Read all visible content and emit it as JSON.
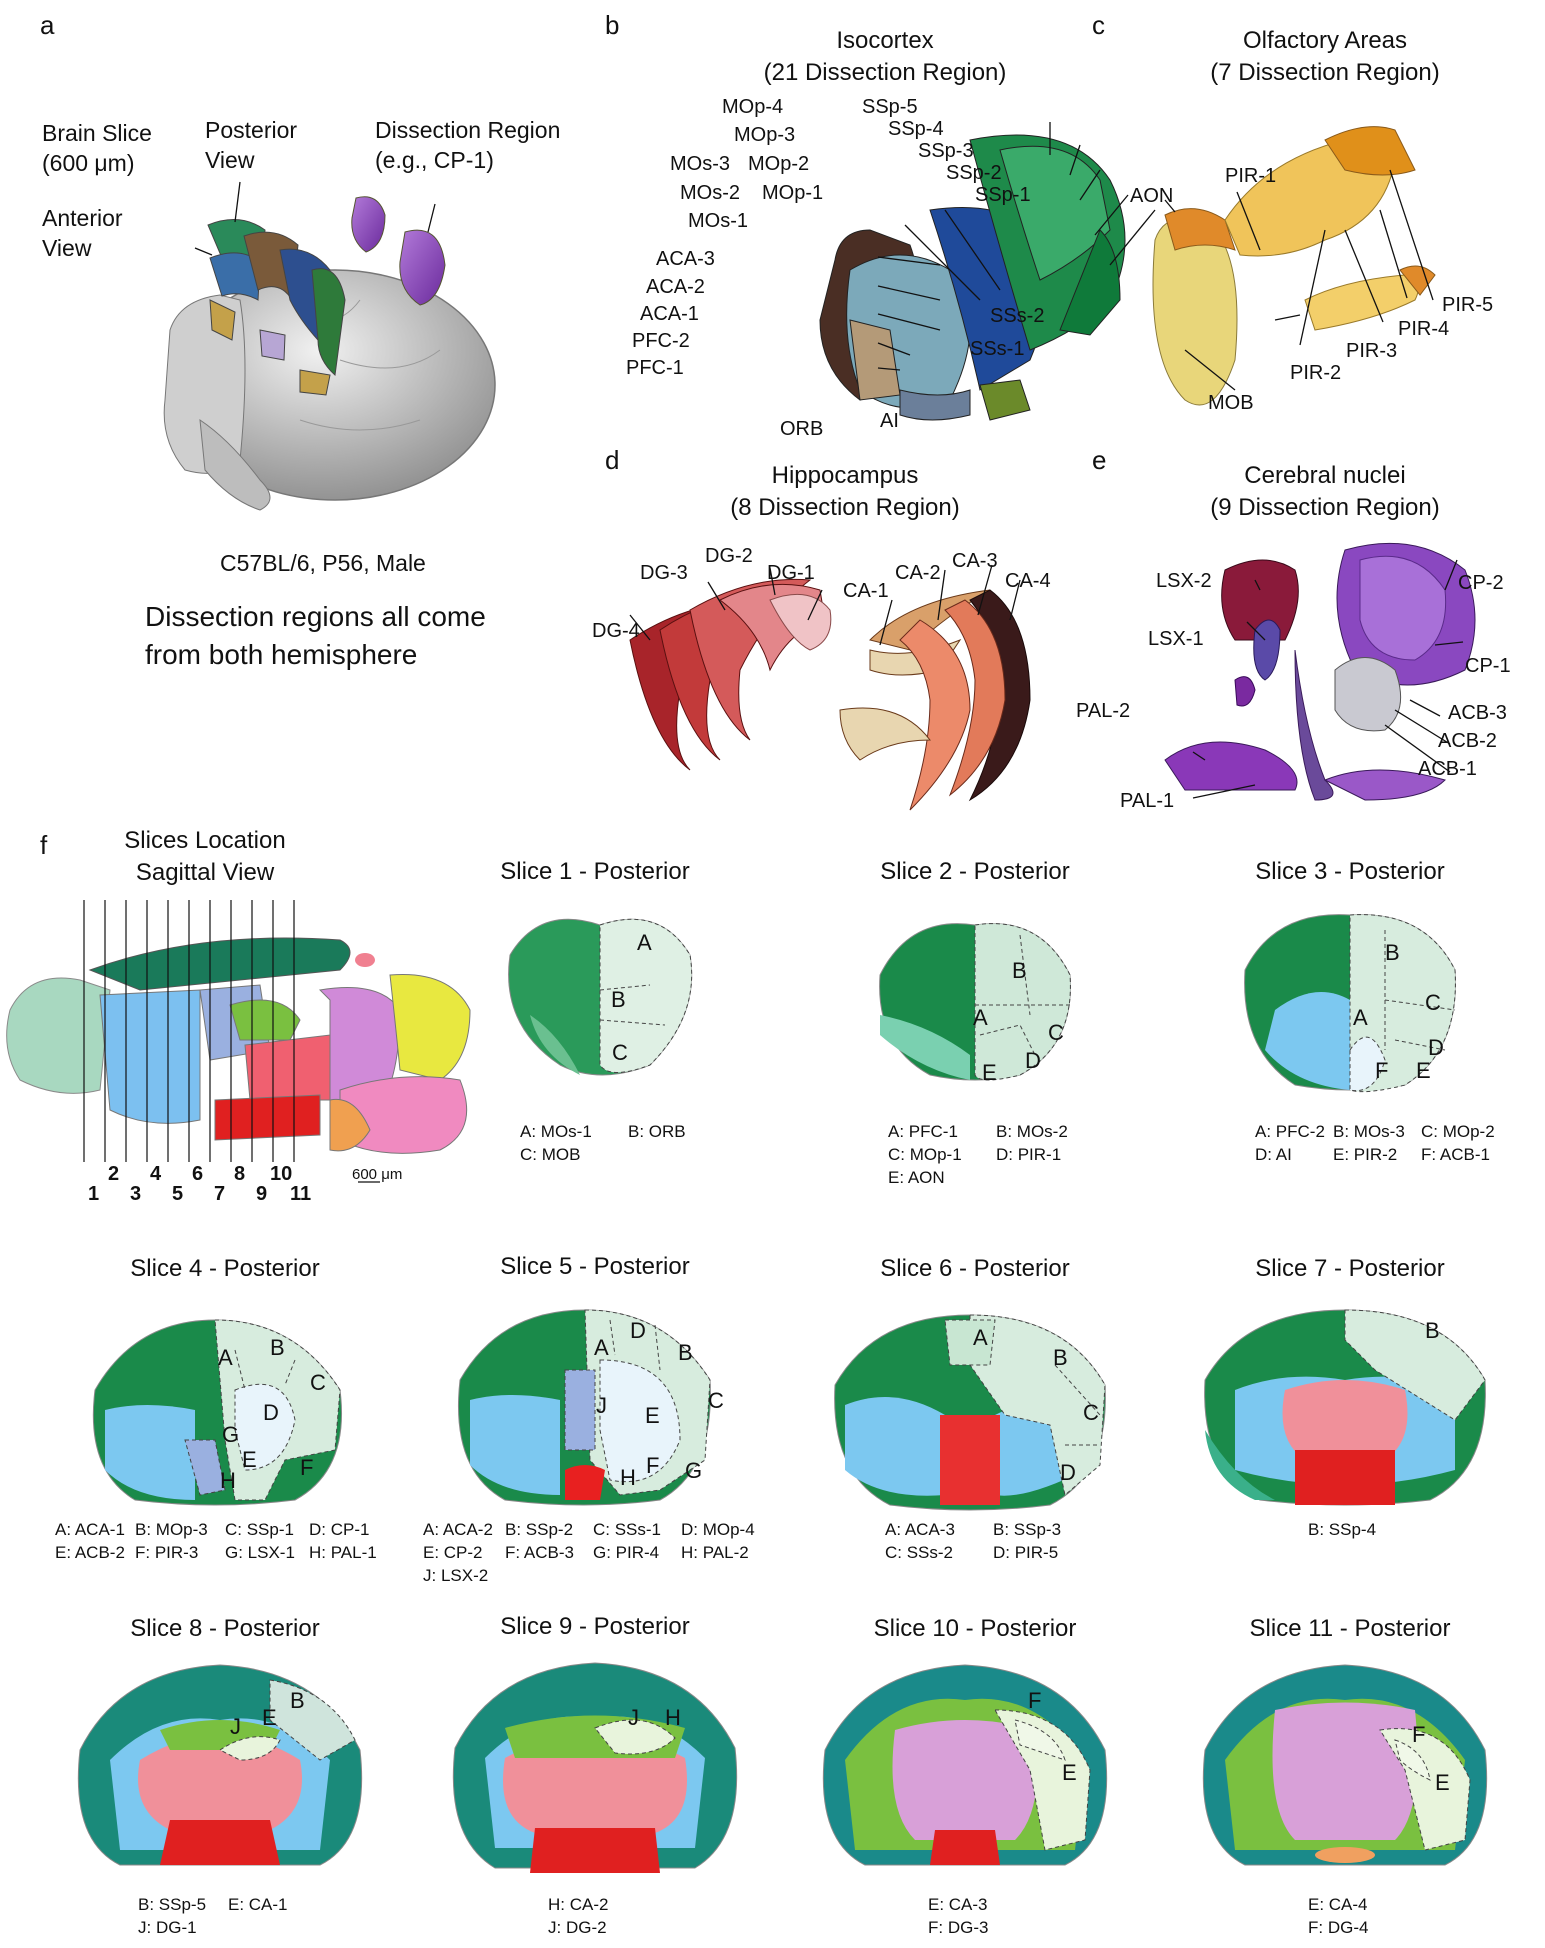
{
  "panels": {
    "a": "a",
    "b": "b",
    "c": "c",
    "d": "d",
    "e": "e",
    "f": "f"
  },
  "a": {
    "brain_slice": [
      "Brain Slice",
      "(600 μm)"
    ],
    "posterior": [
      "Posterior",
      "View"
    ],
    "dissection": [
      "Dissection Region",
      "(e.g., CP-1)"
    ],
    "anterior": [
      "Anterior",
      "View"
    ],
    "strain": "C57BL/6, P56, Male",
    "note": [
      "Dissection regions all come",
      "from both hemisphere"
    ]
  },
  "b": {
    "title": [
      "Isocortex",
      "(21 Dissection Region)"
    ],
    "labels": [
      "MOp-4",
      "MOp-3",
      "MOs-3",
      "MOp-2",
      "MOs-2",
      "MOp-1",
      "MOs-1",
      "SSp-5",
      "SSp-4",
      "SSp-3",
      "SSp-2",
      "SSp-1",
      "ACA-3",
      "ACA-2",
      "ACA-1",
      "PFC-2",
      "PFC-1",
      "SSs-2",
      "SSs-1",
      "ORB",
      "AI"
    ]
  },
  "c": {
    "title": [
      "Olfactory Areas",
      "(7 Dissection Region)"
    ],
    "labels": [
      "AON",
      "PIR-1",
      "PIR-5",
      "PIR-4",
      "PIR-3",
      "PIR-2",
      "MOB"
    ]
  },
  "d": {
    "title": [
      "Hippocampus",
      "(8 Dissection Region)"
    ],
    "labels": [
      "DG-2",
      "DG-3",
      "DG-1",
      "DG-4",
      "CA-3",
      "CA-2",
      "CA-4",
      "CA-1"
    ]
  },
  "e": {
    "title": [
      "Cerebral nuclei",
      "(9 Dissection Region)"
    ],
    "labels": [
      "LSX-2",
      "CP-2",
      "LSX-1",
      "CP-1",
      "PAL-2",
      "ACB-3",
      "ACB-2",
      "ACB-1",
      "PAL-1"
    ]
  },
  "f": {
    "title": [
      "Slices Location",
      "Sagittal View"
    ],
    "numbers_top": [
      "2",
      "4",
      "6",
      "8",
      "10"
    ],
    "numbers_bottom": [
      "1",
      "3",
      "5",
      "7",
      "9",
      "11"
    ],
    "scale": "600 μm"
  },
  "slices": [
    {
      "title": "Slice 1 - Posterior",
      "letters": [
        "A",
        "B",
        "C"
      ],
      "caption": [
        [
          "A: MOs-1",
          "B: ORB"
        ],
        [
          "C: MOB"
        ]
      ]
    },
    {
      "title": "Slice 2 - Posterior",
      "letters": [
        "A",
        "B",
        "C",
        "D",
        "E"
      ],
      "caption": [
        [
          "A: PFC-1",
          "B: MOs-2"
        ],
        [
          "C: MOp-1",
          "D: PIR-1"
        ],
        [
          "E: AON"
        ]
      ]
    },
    {
      "title": "Slice 3 - Posterior",
      "letters": [
        "A",
        "B",
        "C",
        "D",
        "E",
        "F"
      ],
      "caption": [
        [
          "A: PFC-2",
          "B: MOs-3",
          "C: MOp-2"
        ],
        [
          "D: AI",
          "E: PIR-2",
          "F: ACB-1"
        ]
      ]
    },
    {
      "title": "Slice 4 - Posterior",
      "letters": [
        "A",
        "B",
        "C",
        "D",
        "E",
        "F",
        "G",
        "H"
      ],
      "caption": [
        [
          "A: ACA-1",
          "B: MOp-3",
          "C: SSp-1",
          "D: CP-1"
        ],
        [
          "E: ACB-2",
          "F: PIR-3",
          "G: LSX-1",
          "H: PAL-1"
        ]
      ]
    },
    {
      "title": "Slice 5 - Posterior",
      "letters": [
        "A",
        "B",
        "C",
        "D",
        "E",
        "F",
        "G",
        "H",
        "J"
      ],
      "caption": [
        [
          "A: ACA-2",
          "B: SSp-2",
          "C: SSs-1",
          "D: MOp-4"
        ],
        [
          "E: CP-2",
          "F: ACB-3",
          "G: PIR-4",
          "H: PAL-2"
        ],
        [
          "J: LSX-2"
        ]
      ]
    },
    {
      "title": "Slice 6 - Posterior",
      "letters": [
        "A",
        "B",
        "C",
        "D"
      ],
      "caption": [
        [
          "A: ACA-3",
          "B: SSp-3"
        ],
        [
          "C: SSs-2",
          "D: PIR-5"
        ]
      ]
    },
    {
      "title": "Slice 7 - Posterior",
      "letters": [
        "B"
      ],
      "caption": [
        [
          "B: SSp-4"
        ]
      ]
    },
    {
      "title": "Slice 8 - Posterior",
      "letters": [
        "B",
        "E",
        "J"
      ],
      "caption": [
        [
          "B: SSp-5",
          "E: CA-1"
        ],
        [
          "J: DG-1"
        ]
      ]
    },
    {
      "title": "Slice 9 - Posterior",
      "letters": [
        "H",
        "J"
      ],
      "caption": [
        [
          "H: CA-2"
        ],
        [
          "J: DG-2"
        ]
      ]
    },
    {
      "title": "Slice 10 - Posterior",
      "letters": [
        "F",
        "E"
      ],
      "caption": [
        [
          "E: CA-3"
        ],
        [
          "F: DG-3"
        ]
      ]
    },
    {
      "title": "Slice 11 - Posterior",
      "letters": [
        "F",
        "E"
      ],
      "caption": [
        [
          "E: CA-4"
        ],
        [
          "F: DG-4"
        ]
      ]
    }
  ]
}
